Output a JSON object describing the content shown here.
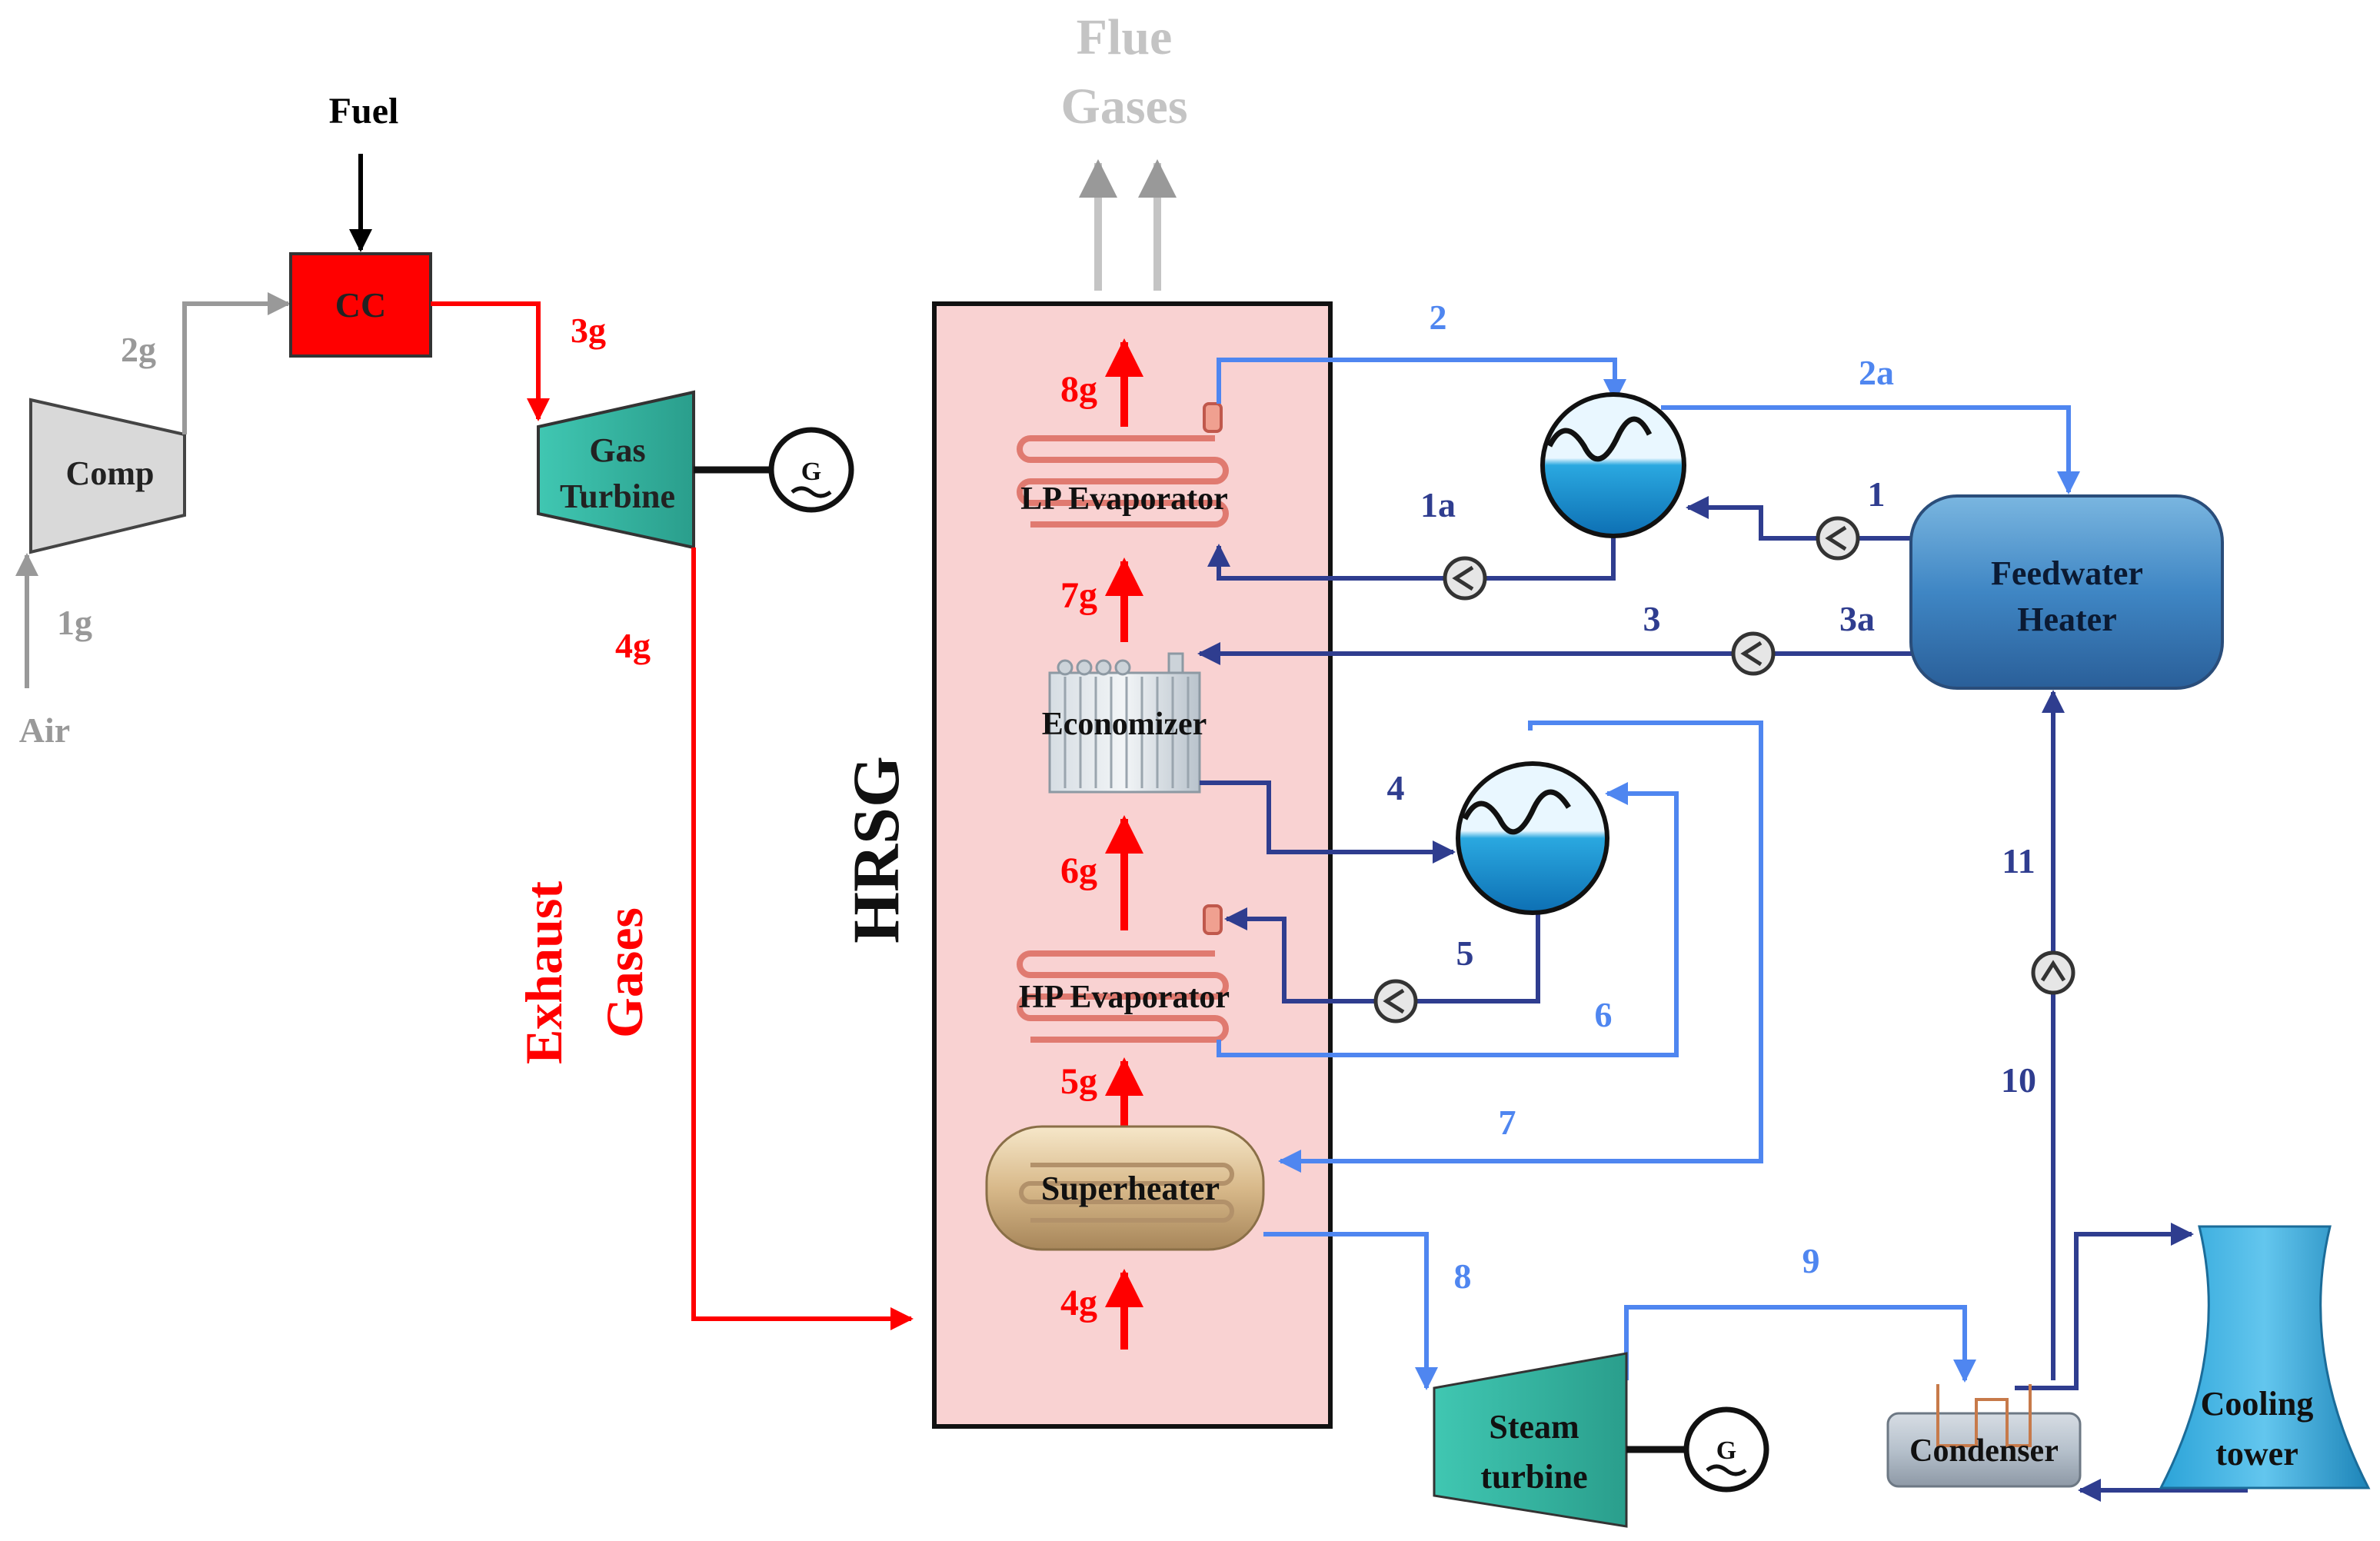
{
  "gas_side": {
    "fuel": "Fuel",
    "cc": "CC",
    "comp": "Comp",
    "gas_turbine_l1": "Gas",
    "gas_turbine_l2": "Turbine",
    "air": "Air",
    "s1g": "1g",
    "s2g": "2g",
    "s3g": "3g",
    "s4g": "4g",
    "exhaust_l1": "Exhaust",
    "exhaust_l2": "Gases"
  },
  "hrsg": {
    "title": "HRSG",
    "flue_l1": "Flue",
    "flue_l2": "Gases",
    "lp_evap": "LP Evaporator",
    "economizer": "Economizer",
    "hp_evap": "HP Evaporator",
    "superheater": "Superheater",
    "g8": "8g",
    "g7": "7g",
    "g6": "6g",
    "g5": "5g",
    "g4": "4g"
  },
  "steam_side": {
    "fwh_l1": "Feedwater",
    "fwh_l2": "Heater",
    "steam_turbine_l1": "Steam",
    "steam_turbine_l2": "turbine",
    "condenser": "Condenser",
    "tower_l1": "Cooling",
    "tower_l2": "tower",
    "generator_symbol": "G"
  },
  "streams": {
    "s1": "1",
    "s1a": "1a",
    "s2": "2",
    "s2a": "2a",
    "s3": "3",
    "s3a": "3a",
    "s4": "4",
    "s5": "5",
    "s6": "6",
    "s7": "7",
    "s8": "8",
    "s9": "9",
    "s10": "10",
    "s11": "11"
  },
  "colors": {
    "gas_red": "#ff0000",
    "air_gray": "#999999",
    "water_dark": "#2f3d8f",
    "steam_light": "#4f86f0",
    "hrsg_fill": "#f9d2d2"
  }
}
